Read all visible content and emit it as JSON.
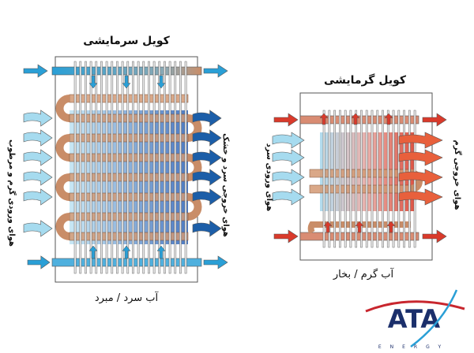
{
  "cooling_coil": {
    "title": "کویل سرمایشی",
    "inlet_air": "هوای ورودی گرم و مرطوب",
    "outlet_air": "هوای خروجی سرد و خشک",
    "fluid": "آب سرد / مبرد"
  },
  "heating_coil": {
    "title": "کویل گرمایشی",
    "inlet_air": "هوای ورودی سرد",
    "outlet_air": "هوای خروجی گرم",
    "fluid": "آب گرم / بخار"
  },
  "logo": {
    "name": "ATA",
    "sub": "ENERGY"
  },
  "colors": {
    "cold": "#2a9fd6",
    "dark_blue": "#1c5ea8",
    "hot": "#d93a2b",
    "copper": "#d49a74",
    "logo_navy": "#1b2f6b"
  }
}
